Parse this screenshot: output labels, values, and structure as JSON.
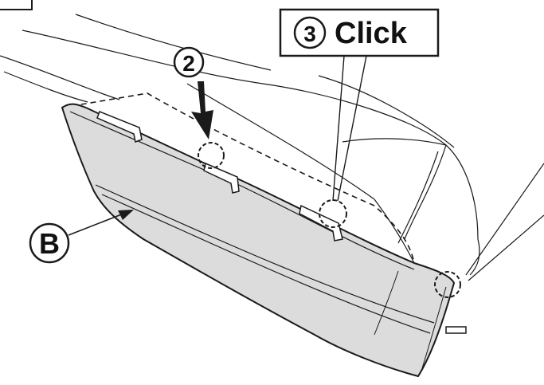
{
  "callouts": {
    "step2": {
      "number": "2"
    },
    "step3": {
      "number": "3",
      "action": "Click"
    },
    "part_b": {
      "letter": "B"
    }
  },
  "colors": {
    "line": "#1a1a1a",
    "panel_fill": "#dcdcdc",
    "background": "#ffffff"
  }
}
